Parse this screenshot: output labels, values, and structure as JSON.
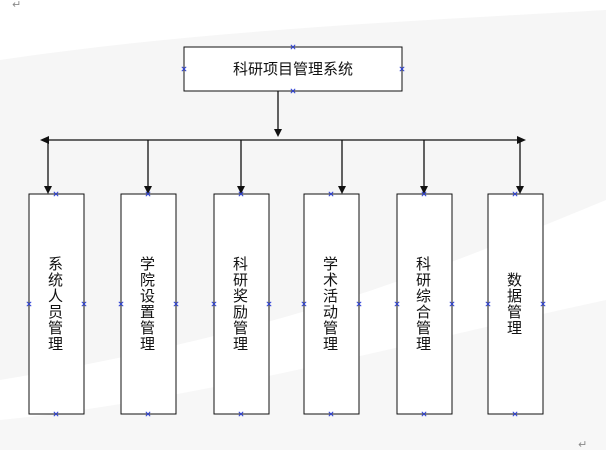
{
  "paragraph_mark": "↵",
  "root": {
    "label": "科研项目管理系统"
  },
  "children": [
    {
      "label": "系统人员管理"
    },
    {
      "label": "学院设置管理"
    },
    {
      "label": "科研奖励管理"
    },
    {
      "label": "学术活动管理"
    },
    {
      "label": "科研综合管理"
    },
    {
      "label": "数据管理"
    }
  ],
  "colors": {
    "stroke": "#111111",
    "handle": "#2b3fd6",
    "background_shadow": "#e6e6e6"
  }
}
